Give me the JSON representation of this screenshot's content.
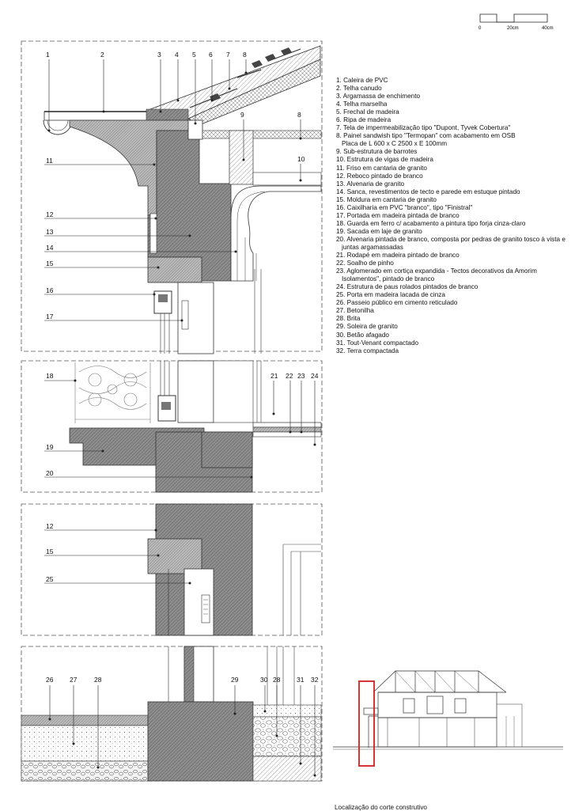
{
  "scale_bar": {
    "labels": [
      "0",
      "20cm",
      "40cm"
    ]
  },
  "legend": [
    "1. Caleira de PVC",
    "2. Telha canudo",
    "3. Argamassa de enchimento",
    "4. Telha marselha",
    "5. Frechal de madeira",
    "6. Ripa de madeira",
    "7. Tela de impermeabilização tipo \"Dupont, Tyvek Cobertura\"",
    "8. Painel sandwish tipo \"Termopan\" com acabamento em OSB",
    "Placa de L 600 x C 2500 x E 100mm",
    "9. Sub-estrutura de barrotes",
    "10. Estrutura de vigas de madeira",
    "11. Friso em cantaria de granito",
    "12. Reboco pintado de branco",
    "13. Alvenaria de granito",
    "14. Sanca, revestimentos de tecto e parede em estuque pintado",
    "15. Moldura em cantaria de granito",
    "16. Caixilharia em PVC  \"branco\", tipo \"Finistral\"",
    "17. Portada em madeira pintada de branco",
    "18. Guarda em ferro c/ acabamento a pintura tipo forja cinza-claro",
    "19. Sacada em laje de granito",
    "20. Alvenaria pintada de branco, composta por pedras de granito tosco à vista e juntas argamassadas",
    "21. Rodapé em madeira pintado de branco",
    "22. Soalho de pinho",
    "23. Aglomerado em cortiça expandida - Tectos decorativos da Amorim Isolamentos\", pintado de branco",
    "24. Estrutura de paus rolados pintados de branco",
    "25. Porta em madeira lacada de cinza",
    "26. Passeio público em cimento reticulado",
    "27. Betonilha",
    "28. Brita",
    "29. Soleira de granito",
    "30. Betão afagado",
    "31. Tout-Venant compactado",
    "32. Terra compactada"
  ],
  "callouts": {
    "p1": [
      "1",
      "2",
      "3",
      "4",
      "5",
      "6",
      "7",
      "8",
      "9",
      "8",
      "10",
      "11",
      "12",
      "13",
      "14",
      "15",
      "16",
      "17"
    ],
    "p2": [
      "18",
      "21",
      "22",
      "23",
      "24",
      "19",
      "20"
    ],
    "p3": [
      "12",
      "15",
      "25"
    ],
    "p4": [
      "26",
      "27",
      "28",
      "29",
      "30",
      "28",
      "31",
      "32"
    ]
  },
  "caption": "Localização do corte construtivo"
}
